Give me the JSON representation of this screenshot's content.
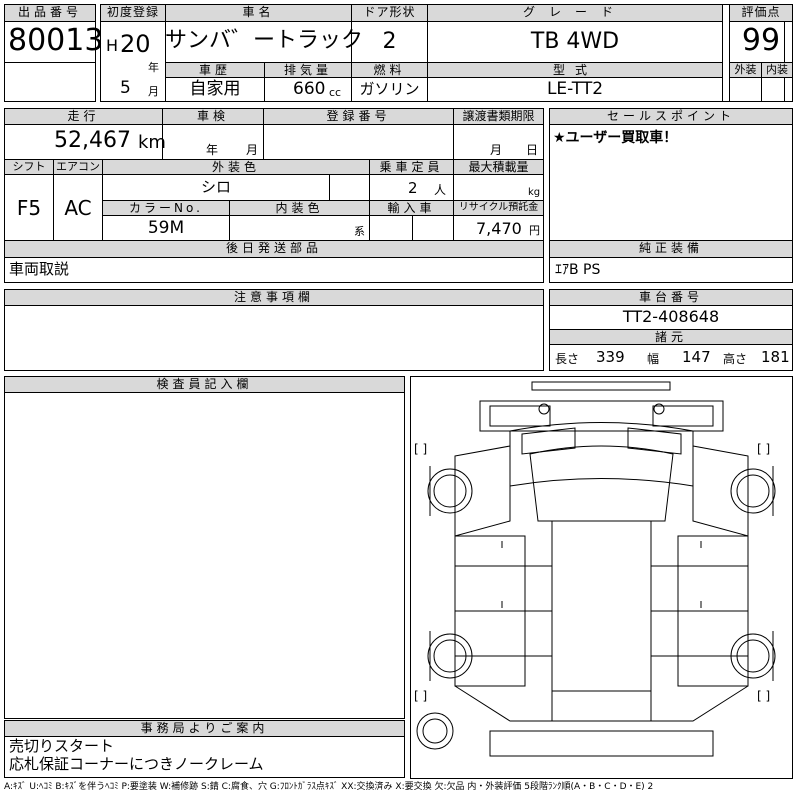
{
  "header": {
    "lot_label": "出品番号",
    "lot_value": "80013",
    "reg_label": "初度登録",
    "era": "H",
    "year": "20",
    "year_unit": "年",
    "month": "5",
    "month_unit": "月",
    "name_label": "車名",
    "name_value": "サンバ゛ートラック",
    "door_label": "ドア形状",
    "door_value": "2",
    "grade_label": "グレード",
    "grade_value": "TB 4WD",
    "score_label": "評価点",
    "score_value": "99",
    "exterior_label": "外装",
    "interior_label": "内装",
    "history_label": "車歴",
    "history_value": "自家用",
    "displacement_label": "排気量",
    "displacement_value": "660",
    "displacement_unit": "cc",
    "fuel_label": "燃料",
    "fuel_value": "ガソリン",
    "model_label": "型式",
    "model_value": "LE-TT2"
  },
  "details": {
    "mileage_label": "走行",
    "mileage_value": "52,467",
    "mileage_unit": "km",
    "inspection_label": "車検",
    "inspection_year": "年",
    "inspection_month": "月",
    "regno_label": "登録番号",
    "transfer_label": "譲渡書類期限",
    "transfer_month": "月",
    "transfer_day": "日",
    "shift_label": "シフト",
    "shift_value": "F5",
    "ac_label": "エアコン",
    "ac_value": "AC",
    "color_label": "外装色",
    "color_value": "シロ",
    "capacity_label": "乗車定員",
    "capacity_value": "2",
    "capacity_unit": "人",
    "load_label": "最大積載量",
    "load_unit": "kg",
    "colorno_label": "カラーNo.",
    "colorno_value": "59M",
    "interior_label": "内装色",
    "interior_unit": "系",
    "import_label": "輸入車",
    "recycle_label": "リサイクル預託金",
    "recycle_value": "7,470",
    "recycle_unit": "円",
    "later_label": "後日発送部品",
    "later_value": "車両取説",
    "equip_label": "純正装備",
    "equip_value": "ｴｱB PS"
  },
  "sales_point": {
    "label": "セールスポイント",
    "value": "★ユーザー買取車！"
  },
  "notes": {
    "label": "注意事項欄"
  },
  "chassis": {
    "label": "車台番号",
    "value": "TT2-408648",
    "spec_label": "諸元",
    "length_label": "長さ",
    "length_value": "339",
    "width_label": "幅",
    "width_value": "147",
    "height_label": "高さ",
    "height_value": "181"
  },
  "inspector": {
    "label": "検査員記入欄"
  },
  "office": {
    "label": "事務局よりご案内",
    "line1": "売切りスタート",
    "line2": "応札保証コーナーにつきノークレーム"
  },
  "legend": "A:ｷｽﾞ U:ﾍｺﾐ B:ｷｽﾞを伴うﾍｺﾐ P:要塗装 W:補修跡 S:錆 C:腐食、穴 G:ﾌﾛﾝﾄｶﾞﾗｽ点ｷｽﾞ XX:交換済み X:要交換 欠:欠品 内・外装評価 5段階ﾗﾝｸ順(A・B・C・D・E) 2",
  "diagram": {
    "bracket_tl": "[    ]",
    "bracket_tr": "[    ]",
    "bracket_bl": "[    ]",
    "bracket_br": "[    ]"
  }
}
